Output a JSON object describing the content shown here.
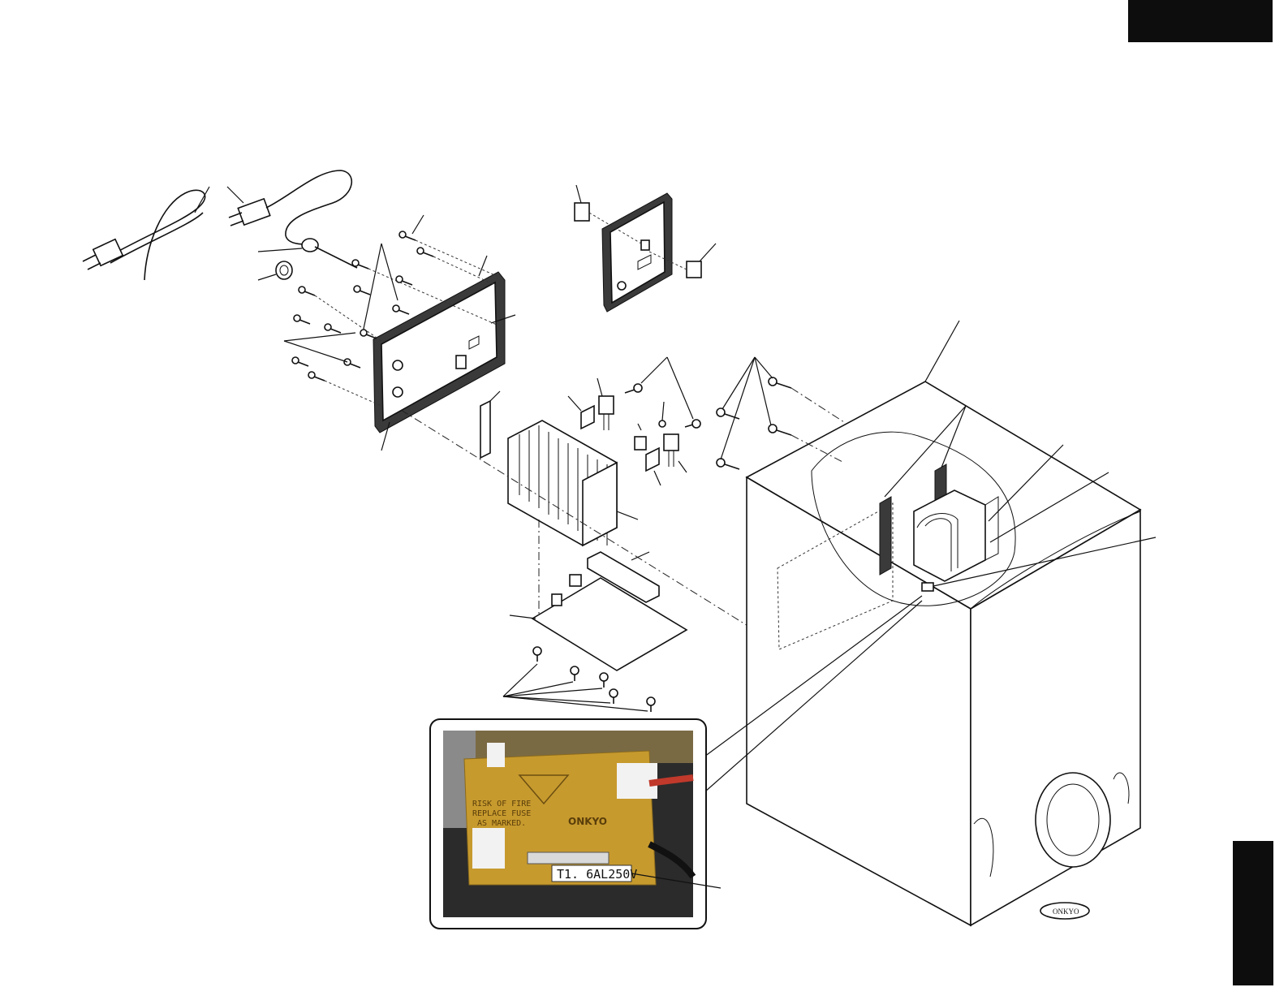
{
  "diagram": {
    "inset_photo": {
      "fuse_label": "T1. 6AL250V",
      "pcb_brand": "ONKYO",
      "warning_text": [
        "RISK OF FIRE",
        "REPLACE FUSE",
        "AS MARKED."
      ]
    },
    "cabinet_logo": "ONKYO"
  },
  "colors": {
    "tab": "#0d0d0d",
    "photo_board": "#c79a2e",
    "photo_background": "#2b2b2b"
  }
}
